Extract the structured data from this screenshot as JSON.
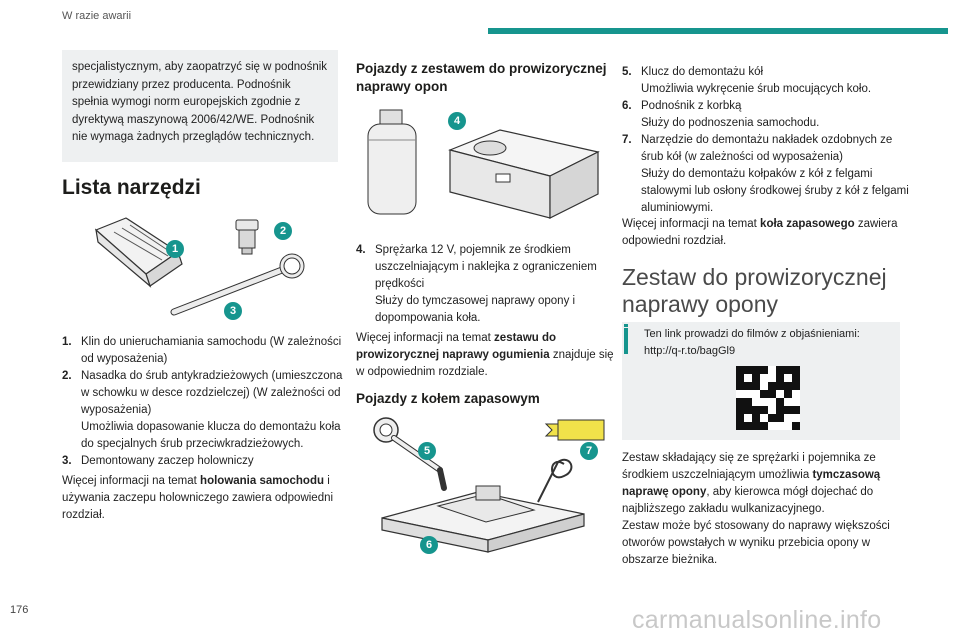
{
  "header": {
    "title": "W razie awarii"
  },
  "note_box": {
    "text": "specjalistycznym, aby zaopatrzyć się w podnośnik przewidziany przez producenta. Podnośnik spełnia wymogi norm europejskich zgodnie z dyrektywą maszynową 2006/42/WE. Podnośnik nie wymaga żadnych przeglądów technicznych."
  },
  "tools": {
    "heading": "Lista narzędzi",
    "items": [
      {
        "num": "1.",
        "lines": [
          "Klin do unieruchamiania samochodu (W zależności od wyposażenia)"
        ]
      },
      {
        "num": "2.",
        "lines": [
          "Nasadka do śrub antykradzieżowych (umieszczona w schowku w desce rozdzielczej) (W zależności od wyposażenia)",
          "Umożliwia dopasowanie klucza do demontażu koła do specjalnych śrub przeciwkradzieżowych."
        ]
      },
      {
        "num": "3.",
        "lines": [
          "Demontowany zaczep holowniczy"
        ]
      }
    ],
    "more_pre": "Więcej informacji na temat ",
    "more_bold": "holowania samochodu",
    "more_post": " i używania zaczepu holowniczego zawiera odpowiedni rozdział."
  },
  "kit_vehicles": {
    "heading": "Pojazdy z zestawem do prowizorycznej naprawy opon",
    "items": [
      {
        "num": "4.",
        "lines": [
          "Sprężarka 12 V, pojemnik ze środkiem uszczelniającym i naklejka z ograniczeniem prędkości",
          "Służy do tymczasowej naprawy opony i dopompowania koła."
        ]
      }
    ],
    "more_pre": "Więcej informacji na temat ",
    "more_bold": "zestawu do prowizorycznej naprawy ogumienia",
    "more_post": " znajduje się w odpowiednim rozdziale."
  },
  "spare_vehicles": {
    "heading": "Pojazdy z kołem zapasowym",
    "items": [
      {
        "num": "5.",
        "lines": [
          "Klucz do demontażu kół",
          "Umożliwia wykręcenie śrub mocujących koło."
        ]
      },
      {
        "num": "6.",
        "lines": [
          "Podnośnik z korbką",
          "Służy do podnoszenia samochodu."
        ]
      },
      {
        "num": "7.",
        "lines": [
          "Narzędzie do demontażu nakładek ozdobnych ze śrub kół (w zależności od wyposażenia)",
          "Służy do demontażu kołpaków z kół z felgami stalowymi lub osłony środkowej śruby z kół z felgami aluminiowymi."
        ]
      }
    ],
    "more_pre": "Więcej informacji na temat ",
    "more_bold": "koła zapasowego",
    "more_post": " zawiera odpowiedni rozdział."
  },
  "repair_kit": {
    "heading": "Zestaw do prowizorycznej naprawy opony",
    "link_text": "Ten link prowadzi do filmów z objaśnieniami: http://q-r.to/bagGl9",
    "p1_pre": "Zestaw składający się ze sprężarki i pojemnika ze środkiem uszczelniającym umożliwia ",
    "p1_bold": "tymczasową naprawę opony",
    "p1_post": ", aby kierowca mógł dojechać do najbliższego zakładu wulkanizacyjnego.",
    "p2": "Zestaw może być stosowany do naprawy większości otworów powstałych w wyniku przebicia opony w obszarze bieżnika."
  },
  "badges": [
    "1",
    "2",
    "3",
    "4",
    "5",
    "6",
    "7"
  ],
  "footer": {
    "page_number": "176",
    "watermark": "carmanualsonline.info"
  },
  "colors": {
    "accent": "#16958e",
    "box_bg": "#eef0f1"
  }
}
